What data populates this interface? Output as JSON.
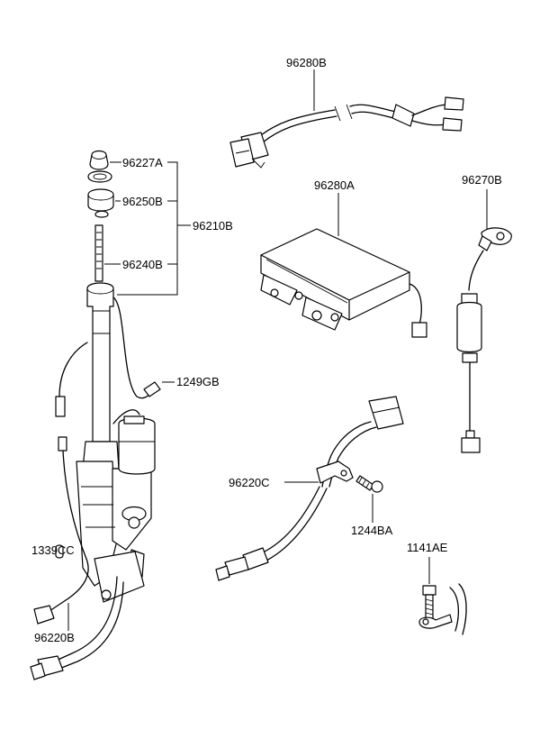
{
  "labels": {
    "cable_96280B": "96280B",
    "amplifier_96280A": "96280A",
    "noise_filter_96270B": "96270B",
    "grommet_96227A": "96227A",
    "cap_96250B": "96250B",
    "antenna_assy_96210B": "96210B",
    "mast_96240B": "96240B",
    "screw_1249GB": "1249GB",
    "feeder_96220C": "96220C",
    "screw_1244BA": "1244BA",
    "bolt_1141AE": "1141AE",
    "nut_1339CC": "1339CC",
    "cable_96220B": "96220B"
  }
}
